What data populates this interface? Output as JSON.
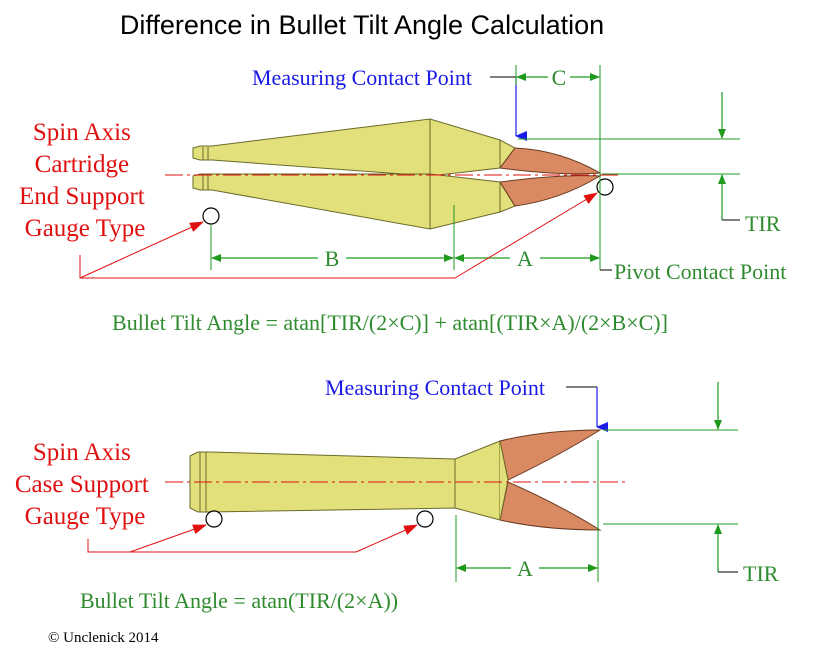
{
  "title": "Difference in Bullet Tilt Angle Calculation",
  "colors": {
    "brass": "#e2e07a",
    "bullet": "#d98a62",
    "dimension": "#1f9a1f",
    "label_red": "#e01010",
    "label_blue": "#1a1ae6",
    "axis": "#e01010"
  },
  "top": {
    "measuring_label": "Measuring Contact Point",
    "dim_c": "C",
    "dim_b": "B",
    "dim_a": "A",
    "tir": "TIR",
    "pivot_label": "Pivot Contact Point",
    "gauge_lines": [
      "Spin Axis",
      "Cartridge",
      "End Support",
      "Gauge Type"
    ],
    "formula": "Bullet Tilt Angle = atan[TIR/(2×C)] + atan[(TIR×A)/(2×B×C)]"
  },
  "bottom": {
    "measuring_label": "Measuring Contact Point",
    "dim_a": "A",
    "tir": "TIR",
    "gauge_lines": [
      "Spin Axis",
      "Case Support",
      "Gauge Type"
    ],
    "formula": "Bullet Tilt Angle = atan(TIR/(2×A))"
  },
  "copyright": "© Unclenick 2014"
}
